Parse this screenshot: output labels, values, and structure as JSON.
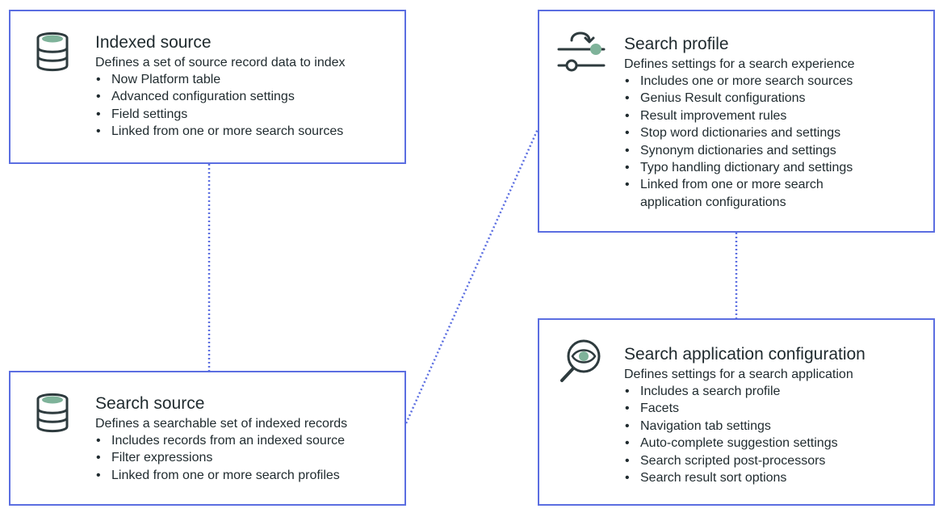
{
  "colors": {
    "card_border": "#5b6ee1",
    "connector": "#5b6ee1",
    "icon_stroke": "#2e3b3e",
    "icon_accent": "#7fb39a",
    "text": "#1f2a2e"
  },
  "cards": {
    "indexed_source": {
      "icon": "database-icon",
      "title": "Indexed source",
      "description": "Defines a set of source record data to index",
      "items": [
        "Now Platform table",
        "Advanced configuration settings",
        "Field settings",
        "Linked from one or more search sources"
      ]
    },
    "search_source": {
      "icon": "database-icon",
      "title": "Search source",
      "description": "Defines a searchable set of indexed records",
      "items": [
        "Includes records from an indexed source",
        "Filter expressions",
        "Linked from one or more search profiles"
      ]
    },
    "search_profile": {
      "icon": "settings-sliders-icon",
      "title": "Search profile",
      "description": "Defines settings for a search experience",
      "items": [
        "Includes one or more search sources",
        "Genius Result configurations",
        "Result improvement rules",
        "Stop word dictionaries and settings",
        "Synonym dictionaries and settings",
        "Typo handling dictionary and settings",
        "Linked from one or more search",
        "application configurations"
      ]
    },
    "search_app_config": {
      "icon": "magnifier-eye-icon",
      "title": "Search application configuration",
      "description": "Defines settings for a search application",
      "items": [
        "Includes a search profile",
        "Facets",
        "Navigation tab settings",
        "Auto-complete suggestion settings",
        "Search scripted post-processors",
        "Search result sort options"
      ]
    }
  }
}
